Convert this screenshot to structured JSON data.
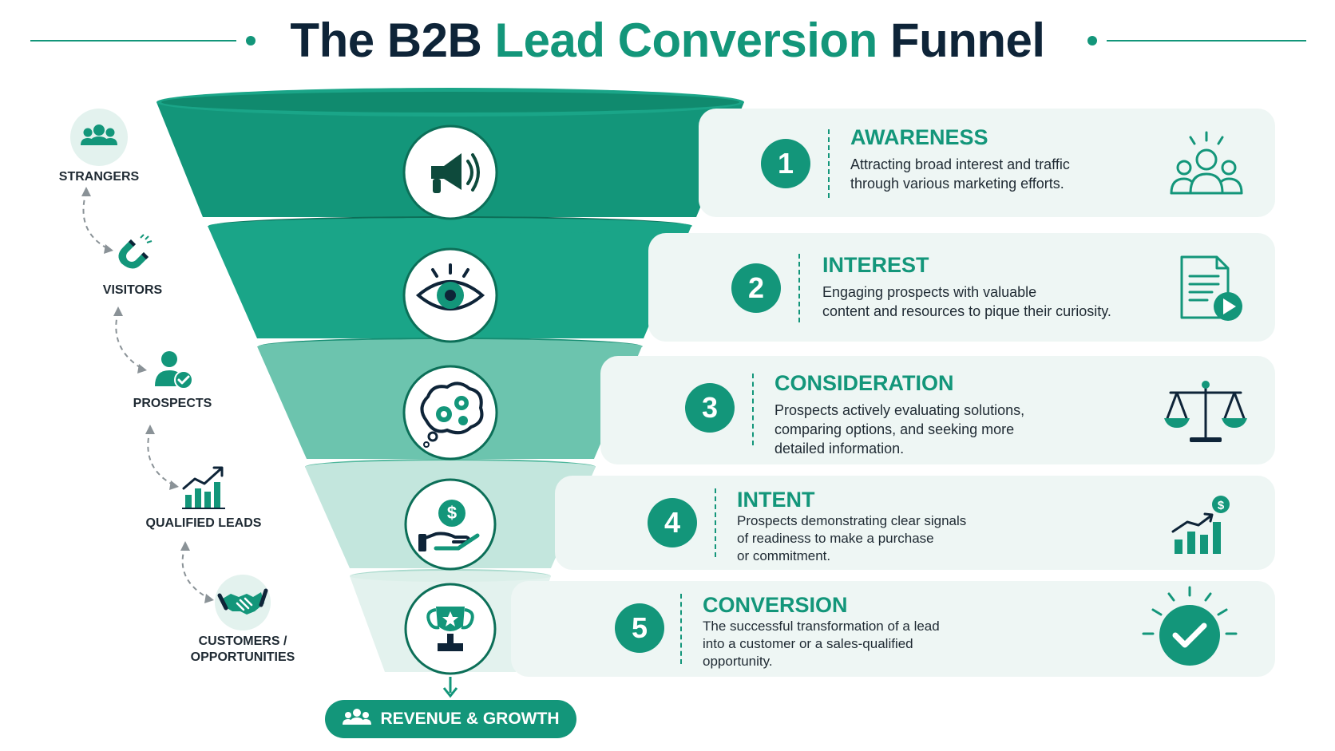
{
  "title": {
    "part1": "The B2B",
    "accent": "Lead Conversion",
    "part2": "Funnel"
  },
  "colors": {
    "brand": "#13967a",
    "dark": "#0e2438",
    "card_bg": "#eef6f4"
  },
  "journey": [
    {
      "label": "STRANGERS",
      "icon": "people-group-icon"
    },
    {
      "label": "VISITORS",
      "icon": "magnet-icon"
    },
    {
      "label": "PROSPECTS",
      "icon": "user-check-icon"
    },
    {
      "label": "QUALIFIED LEADS",
      "icon": "growth-chart-icon"
    },
    {
      "label": "CUSTOMERS /\nOPPORTUNITIES",
      "icon": "handshake-icon"
    }
  ],
  "funnel_icons": [
    "megaphone-icon",
    "eye-icon",
    "thinking-gears-icon",
    "money-hand-icon",
    "trophy-icon"
  ],
  "stages": [
    {
      "number": "1",
      "title": "AWARENESS",
      "description": "Attracting broad interest and traffic\nthrough various marketing efforts.",
      "icon": "audience-icon"
    },
    {
      "number": "2",
      "title": "INTEREST",
      "description": "Engaging prospects with valuable\ncontent and resources to pique their curiosity.",
      "icon": "document-play-icon"
    },
    {
      "number": "3",
      "title": "CONSIDERATION",
      "description": "Prospects actively evaluating solutions,\ncomparing options, and seeking more\ndetailed information.",
      "icon": "scales-icon"
    },
    {
      "number": "4",
      "title": "INTENT",
      "description": "Prospects demonstrating clear signals\nof readiness to make a purchase\nor commitment.",
      "icon": "dollar-growth-icon"
    },
    {
      "number": "5",
      "title": "CONVERSION",
      "description": "The successful transformation of a lead\ninto a customer or a sales-qualified\nopportunity.",
      "icon": "check-badge-icon"
    }
  ],
  "revenue": {
    "label": "REVENUE & GROWTH",
    "icon": "people-group-icon"
  }
}
